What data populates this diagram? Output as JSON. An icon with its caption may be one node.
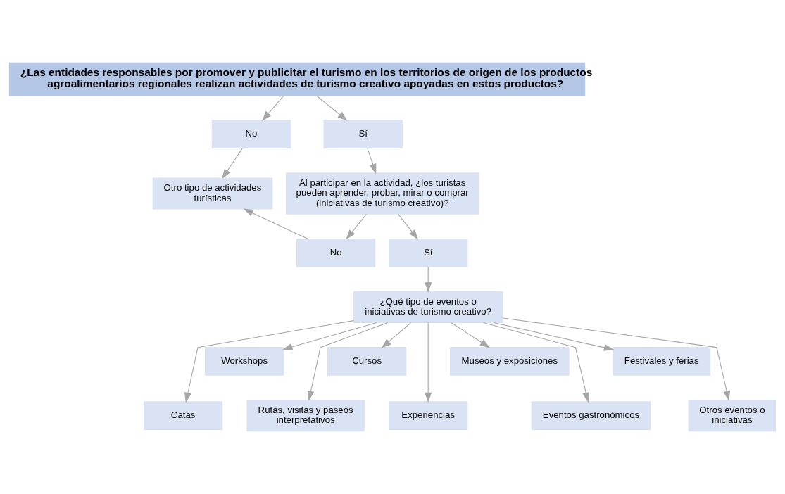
{
  "diagram": {
    "nodes": [
      {
        "text": [
          "¿Las entidades responsables por promover y publicitar el turismo en los territorios de origen de los productos agroalimentarios regionales realizan actividades de turismo creativo apoyadas en estos productos?"
        ]
      },
      {
        "text": [
          "No"
        ]
      },
      {
        "text": [
          "Sí"
        ]
      },
      {
        "text": [
          "Otro tipo de actividades turísticas"
        ]
      },
      {
        "text": [
          "Al participar en la actividad, ¿los turistas pueden aprender, probar, mirar o comprar (iniciativas de turismo creativo)?"
        ]
      },
      {
        "text": [
          "No"
        ]
      },
      {
        "text": [
          "Sí"
        ]
      },
      {
        "text": [
          "¿Qué tipo de eventos o iniciativas de turismo creativo?"
        ]
      },
      {
        "text": [
          "Workshops"
        ]
      },
      {
        "text": [
          "Cursos"
        ]
      },
      {
        "text": [
          "Museos y exposiciones"
        ]
      },
      {
        "text": [
          "Festivales y ferias"
        ]
      },
      {
        "text": [
          "Catas"
        ]
      },
      {
        "text": [
          "Rutas, visitas y paseos interpretativos"
        ]
      },
      {
        "text": [
          "Experiencias"
        ]
      },
      {
        "text": [
          "Eventos gastronómicos"
        ]
      },
      {
        "text": [
          "Otros eventos o iniciativas"
        ]
      }
    ],
    "edges": [
      {
        "from": 0,
        "to": 1,
        "arrow": "to"
      },
      {
        "from": 0,
        "to": 2,
        "arrow": "to"
      },
      {
        "from": 1,
        "to": 3,
        "arrow": "to"
      },
      {
        "from": 2,
        "to": 4,
        "arrow": "to"
      },
      {
        "from": 4,
        "to": 5,
        "arrow": "to"
      },
      {
        "from": 4,
        "to": 6,
        "arrow": "to"
      },
      {
        "from": 5,
        "to": 3,
        "arrow": "to"
      },
      {
        "from": 6,
        "to": 7,
        "arrow": "to"
      },
      {
        "from": 7,
        "to": 12,
        "arrow": "to"
      },
      {
        "from": 7,
        "to": 8,
        "arrow": "to"
      },
      {
        "from": 7,
        "to": 13,
        "arrow": "to"
      },
      {
        "from": 7,
        "to": 9,
        "arrow": "to"
      },
      {
        "from": 7,
        "to": 14,
        "arrow": "to"
      },
      {
        "from": 7,
        "to": 10,
        "arrow": "to"
      },
      {
        "from": 7,
        "to": 15,
        "arrow": "to"
      },
      {
        "from": 7,
        "to": 11,
        "arrow": "to"
      },
      {
        "from": 7,
        "to": 16,
        "arrow": "to"
      }
    ]
  }
}
